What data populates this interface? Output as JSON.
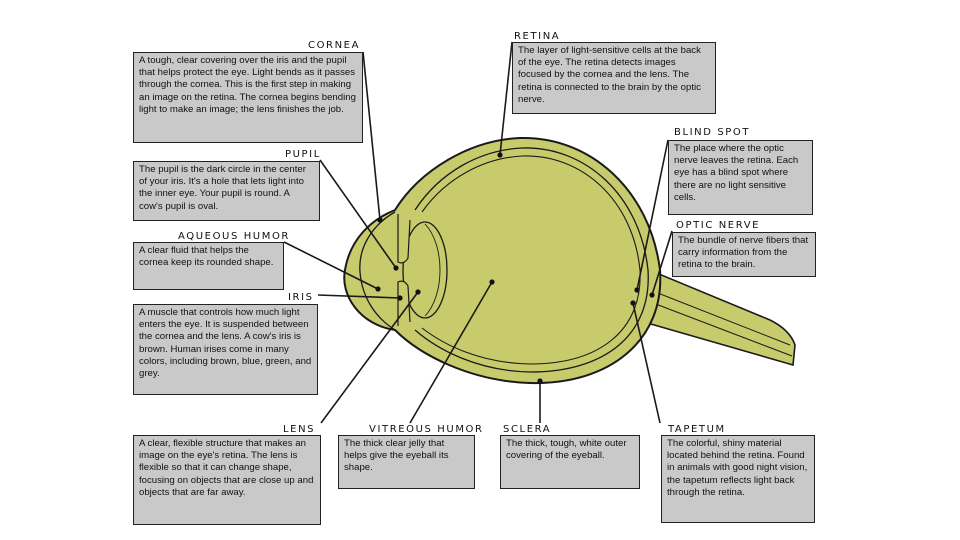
{
  "colors": {
    "eyeball_fill": "#c8cb6b",
    "line": "#1a1a1a",
    "box_fill": "#c9c9c9",
    "background": "#ffffff"
  },
  "callouts": {
    "cornea": {
      "title": "CORNEA",
      "text": "A tough, clear covering over the iris and the pupil that helps protect the eye.  Light bends as it passes through the cornea. This is the first step in making an image on the retina. The cornea begins bending light to make an image; the lens finishes the job."
    },
    "retina": {
      "title": "RETINA",
      "text": "The layer of light-sensitive cells at the back of the eye. The retina detects images focused by the cornea and the lens. The retina is connected to the brain by the optic nerve."
    },
    "blind_spot": {
      "title": "BLIND SPOT",
      "text": "The place where the optic nerve leaves the retina. Each eye has a blind spot where there are no light sensitive cells."
    },
    "pupil": {
      "title": "PUPIL",
      "text": "The pupil is the dark circle in the center of your iris. It's a hole that lets light into the inner eye. Your pupil is round. A cow's pupil is oval."
    },
    "optic_nerve": {
      "title": "OPTIC NERVE",
      "text": "The bundle of nerve fibers that carry information from the retina to the brain."
    },
    "aqueous_humor": {
      "title": "AQUEOUS HUMOR",
      "text": "A clear fluid that helps the cornea keep its rounded shape."
    },
    "iris": {
      "title": "IRIS",
      "text": "A muscle that controls how much light enters the eye. It is suspended between the  cornea and the lens. A cow's iris is brown. Human irises come in many colors, including brown, blue, green, and grey."
    },
    "lens": {
      "title": "LENS",
      "text": "A clear, flexible structure that makes an image on the eye's retina. The lens is flexible so that it can change shape, focusing on objects that are close up and objects that are far away."
    },
    "vitreous_humor": {
      "title": "VITREOUS HUMOR",
      "text": "The thick clear jelly that helps give the eyeball its shape."
    },
    "sclera": {
      "title": "SCLERA",
      "text": "The thick, tough, white outer covering of the eyeball."
    },
    "tapetum": {
      "title": "TAPETUM",
      "text": "The colorful, shiny material located behind the retina. Found in animals with good night vision, the tapetum reflects light back through the retina."
    }
  }
}
